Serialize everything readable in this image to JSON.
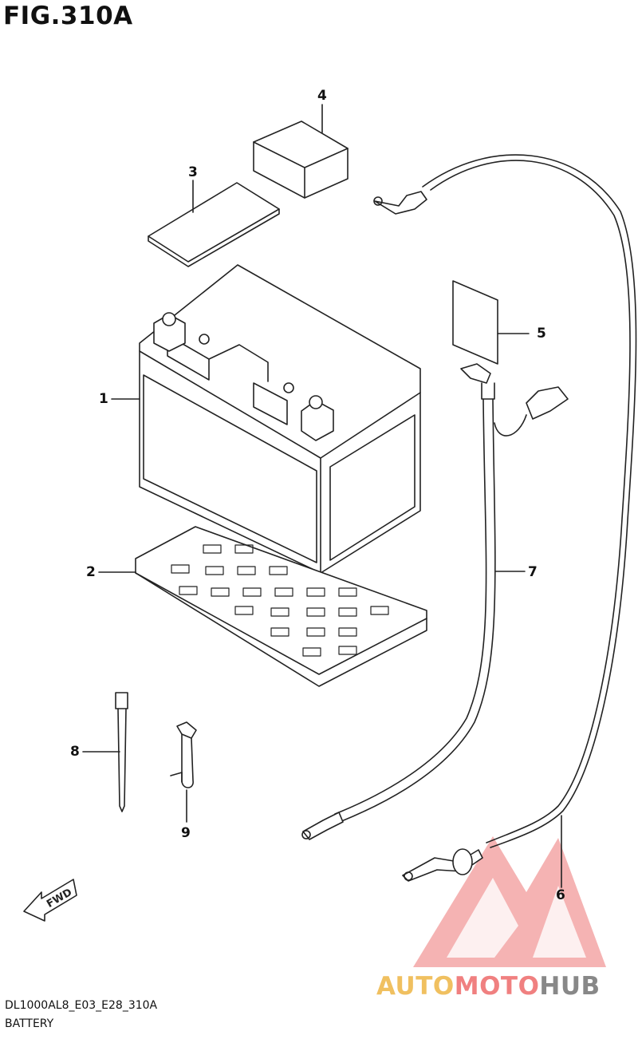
{
  "figure": {
    "title": "FIG.310A",
    "code": "DL1000AL8_E03_E28_310A",
    "caption": "BATTERY"
  },
  "callouts": [
    "1",
    "2",
    "3",
    "4",
    "5",
    "6",
    "7",
    "8",
    "9"
  ],
  "fwd_label": "FWD",
  "watermark": {
    "parts": [
      "AUTO",
      "MOTO",
      "HUB"
    ],
    "colors": [
      "#f0c060",
      "#f08080",
      "#888888"
    ]
  }
}
